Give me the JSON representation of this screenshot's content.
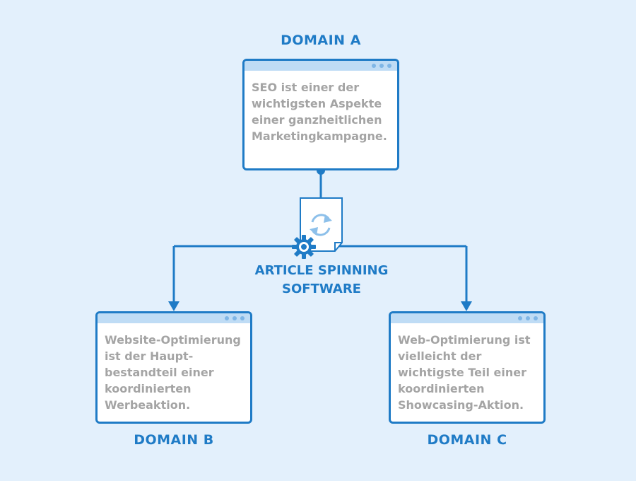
{
  "domain_a": {
    "label": "DOMAIN A",
    "text": "SEO ist einer der wichtigsten Aspekte einer ganzheitlichen Marketingkampagne."
  },
  "domain_b": {
    "label": "DOMAIN B",
    "text": "Website-Optimierung ist der Haupt-bestandteil einer koordinierten Werbeaktion."
  },
  "domain_c": {
    "label": "DOMAIN C",
    "text": "Web-Optimierung ist vielleicht der wichtigste Teil einer koordinierten Showcasing-Aktion."
  },
  "software": {
    "line1": "ARTICLE SPINNING",
    "line2": "SOFTWARE",
    "icons": [
      "document-icon",
      "refresh-icon",
      "gear-icon"
    ]
  },
  "colors": {
    "background": "#e3f0fc",
    "accent": "#1f7bc6",
    "titlebar": "#bfdcf5",
    "text_gray": "#a4a4a4"
  }
}
